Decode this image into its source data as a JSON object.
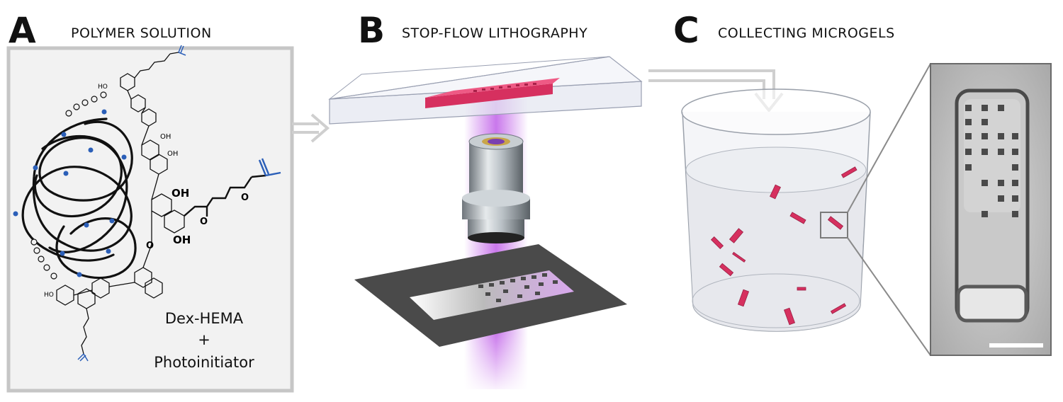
{
  "panels": {
    "a": {
      "letter": "A",
      "title": "POLYMER SOLUTION",
      "caption_line1": "Dex-HEMA",
      "caption_plus": "+",
      "caption_line2": "Photoinitiator",
      "chem_labels": {
        "oh": "OH",
        "oh_small": "HO",
        "o": "O"
      }
    },
    "b": {
      "letter": "B",
      "title": "STOP-FLOW LITHOGRAPHY"
    },
    "c": {
      "letter": "C",
      "title": "COLLECTING MICROGELS"
    }
  },
  "colors": {
    "panel_bg": "#f2f2f2",
    "panel_border": "#c6c6c6",
    "microgel": "#d6305f",
    "uv_light": "#c060e8",
    "methacrylate": "#2b5fb8",
    "mask": "#4a4a4a",
    "arrow": "#cfcfcf"
  },
  "icons": [
    "arrow-right-icon",
    "arrow-down-icon",
    "objective-lens-icon",
    "photomask-icon",
    "beaker-icon",
    "microgel-icon"
  ]
}
